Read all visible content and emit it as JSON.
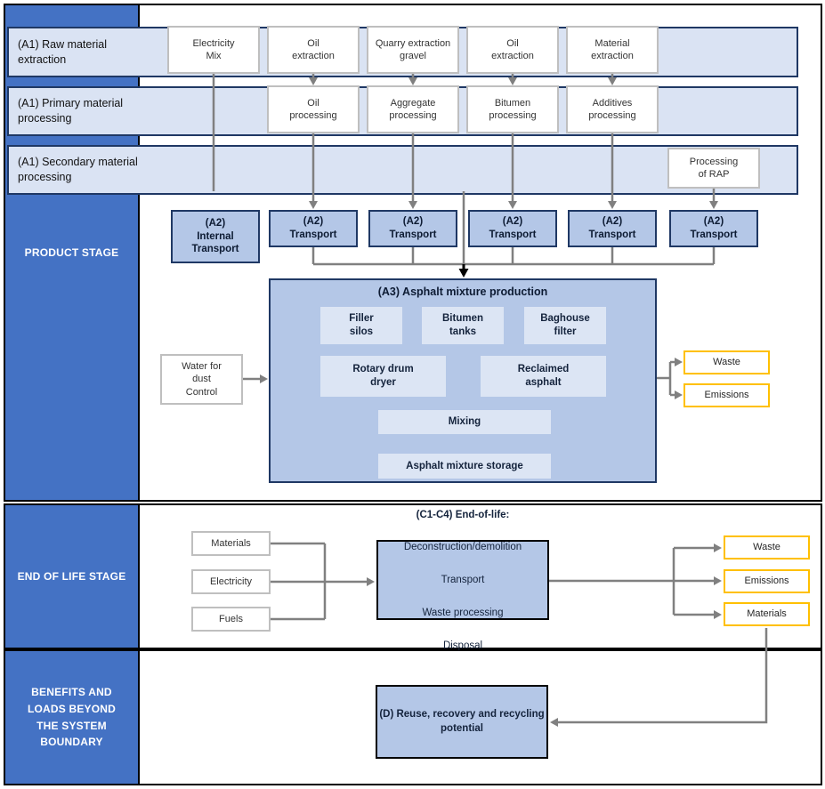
{
  "sidebar": {
    "product_stage": "PRODUCT STAGE",
    "end_of_life_stage": "END OF LIFE STAGE",
    "benefits": "BENEFITS AND\nLOADS BEYOND\nTHE SYSTEM\nBOUNDARY"
  },
  "bands": [
    {
      "label": "(A1) Raw material\nextraction"
    },
    {
      "label": "(A1) Primary material\nprocessing"
    },
    {
      "label": "(A1) Secondary material\nprocessing"
    }
  ],
  "extraction_boxes": [
    "Electricity\nMix",
    "Oil\nextraction",
    "Quarry extraction\ngravel",
    "Oil\nextraction",
    "Material\nextraction"
  ],
  "processing_boxes": [
    "Oil\nprocessing",
    "Aggregate\nprocessing",
    "Bitumen\nprocessing",
    "Additives\nprocessing"
  ],
  "rap_label": "Processing\nof RAP",
  "transport_boxes": [
    "(A2)\nInternal\nTransport",
    "(A2)\nTransport",
    "(A2)\nTransport",
    "(A2)\nTransport",
    "(A2)\nTransport",
    "(A2)\nTransport"
  ],
  "a3": {
    "title": "(A3) Asphalt mixture production",
    "units": [
      "Filler\nsilos",
      "Bitumen\ntanks",
      "Baghouse\nfilter",
      "Rotary drum\ndryer",
      "Reclaimed\nasphalt",
      "Mixing",
      "Asphalt mixture storage"
    ]
  },
  "water_label": "Water for\ndust\nControl",
  "a3_outputs": [
    "Waste",
    "Emissions"
  ],
  "eol": {
    "inputs": [
      "Materials",
      "Electricity",
      "Fuels"
    ],
    "c_box": {
      "title": "(C1-C4) End-of-life:",
      "lines": [
        "Deconstruction/demolition",
        "Transport",
        "Waste processing",
        "Disposal"
      ]
    },
    "outputs": [
      "Waste",
      "Emissions",
      "Materials"
    ]
  },
  "d_label": "(D) Reuse, recovery and recycling\npotential",
  "colors": {
    "sidebar_blue": "#4472C4",
    "band_fill": "#DAE3F3",
    "process_box_fill": "#B4C7E7",
    "inner_unit_fill": "#DCE5F4",
    "dark_border": "#1F3864",
    "output_border_yellow": "#FFC000",
    "arrow_gray": "#808080",
    "arrow_black": "#000000"
  }
}
